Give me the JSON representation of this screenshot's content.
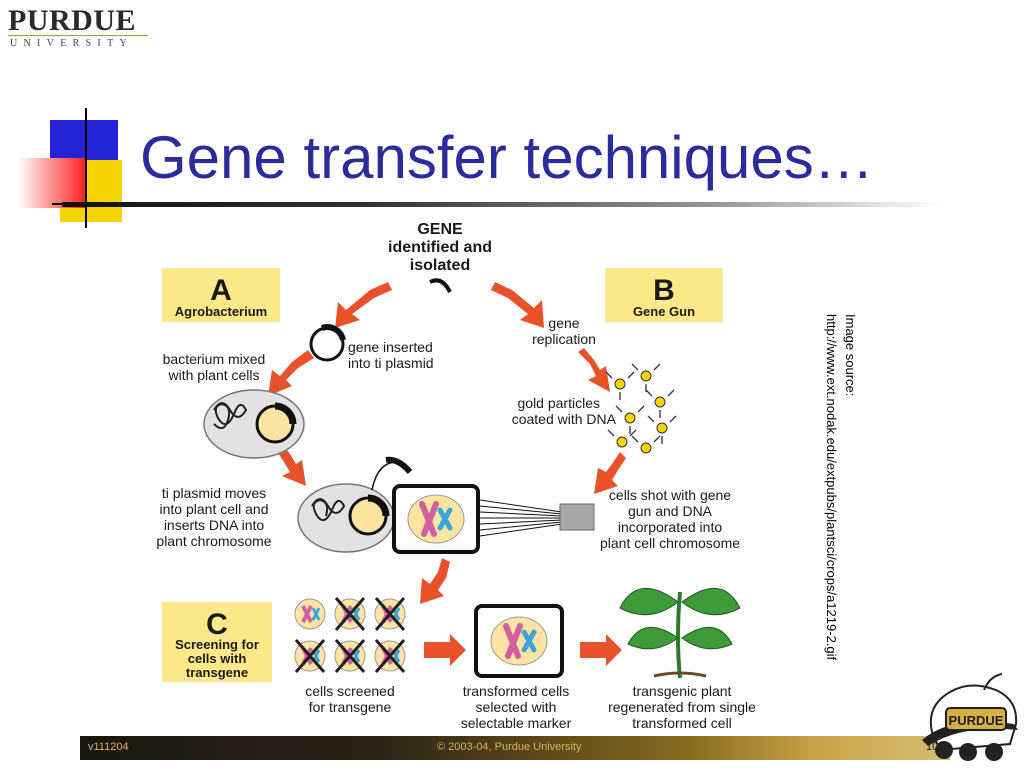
{
  "logo": {
    "name": "PURDUE",
    "sub": "UNIVERSITY"
  },
  "title": "Gene transfer techniques…",
  "diagram": {
    "gene": [
      "GENE",
      "identified and",
      "isolated"
    ],
    "panel_a": {
      "letter": "A",
      "label": "Agrobacterium"
    },
    "panel_b": {
      "letter": "B",
      "label": "Gene Gun"
    },
    "panel_c": {
      "letter": "C",
      "label": [
        "Screening for",
        "cells with",
        "transgene"
      ]
    },
    "gene_inserted": [
      "gene inserted",
      "into ti plasmid"
    ],
    "bacterium_mixed": [
      "bacterium mixed",
      "with plant cells"
    ],
    "ti_moves": [
      "ti plasmid moves",
      "into plant cell and",
      "inserts DNA into",
      "plant chromosome"
    ],
    "replication": [
      "gene",
      "replication"
    ],
    "gold": [
      "gold particles",
      "coated with DNA"
    ],
    "shot": [
      "cells shot with gene",
      "gun and DNA",
      "incorporated into",
      "plant cell chromosome"
    ],
    "screened": [
      "cells screened",
      "for transgene"
    ],
    "transformed": [
      "transformed cells",
      "selected with",
      "selectable marker"
    ],
    "transgenic": [
      "transgenic plant",
      "regenerated from single",
      "transformed cell"
    ]
  },
  "source": {
    "line1": "Image source:",
    "line2": "http://www.ext.nodak.edu/extpubs/plantsci/crops/a1219-2.gif"
  },
  "footer": {
    "version": "v111204",
    "copyright": "© 2003-04, Purdue University",
    "page": "10"
  },
  "mascot": {
    "text": "PURDUE"
  },
  "colors": {
    "title": "#2b2b9b",
    "arrow": "#e8522a",
    "panel": "#fde98a",
    "cell": "#e2e2e2",
    "chrom_pink": "#d25fa1",
    "chrom_blue": "#3aa6d8",
    "leaf": "#3f9a3a"
  }
}
